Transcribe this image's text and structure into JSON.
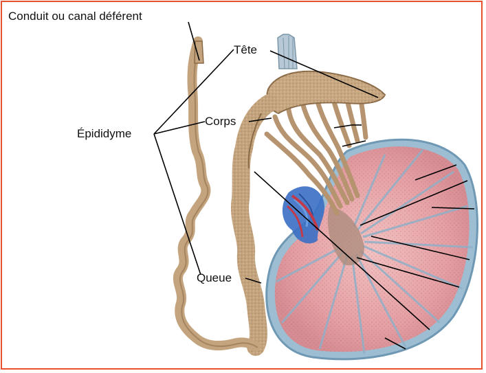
{
  "labels": {
    "vas_deferens": "Conduit ou canal déférent",
    "head": "Tête",
    "body": "Corps",
    "epididymis": "Épididyme",
    "tail": "Queue"
  },
  "colors": {
    "frame": "#e8502e",
    "duct": "#c4a47e",
    "duct_shadow": "#8a6a47",
    "testis_fill": "#e8a6a8",
    "tunica": "#8fb4cc",
    "vein": "#3a6fc4",
    "artery": "#c23a4a",
    "leader": "#000000"
  }
}
